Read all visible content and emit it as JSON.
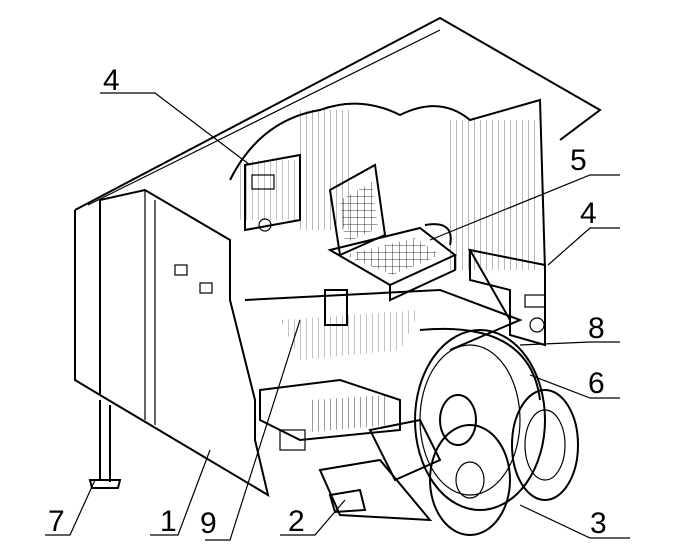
{
  "diagram": {
    "type": "technical-illustration",
    "callouts": [
      {
        "id": "label-4-left",
        "text": "4"
      },
      {
        "id": "label-5",
        "text": "5"
      },
      {
        "id": "label-4-right",
        "text": "4"
      },
      {
        "id": "label-8",
        "text": "8"
      },
      {
        "id": "label-6",
        "text": "6"
      },
      {
        "id": "label-3",
        "text": "3"
      },
      {
        "id": "label-2",
        "text": "2"
      },
      {
        "id": "label-9",
        "text": "9"
      },
      {
        "id": "label-1",
        "text": "1"
      },
      {
        "id": "label-7",
        "text": "7"
      }
    ]
  }
}
